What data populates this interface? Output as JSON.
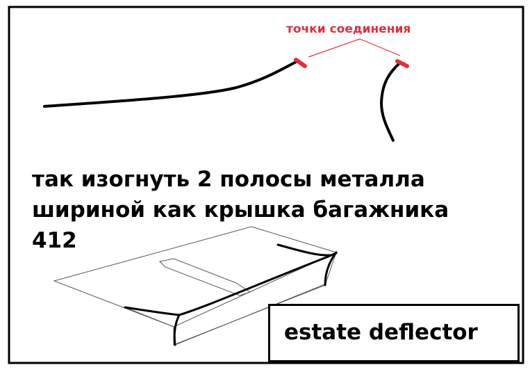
{
  "connection_label": "точки соединения",
  "instruction_lines": [
    "так изогнуть 2 полосы металла",
    "шириной как крышка багажника",
    "412"
  ],
  "caption": "estate deflector",
  "colors": {
    "accent": "#e0303c",
    "ink": "#000000",
    "background": "#ffffff"
  }
}
